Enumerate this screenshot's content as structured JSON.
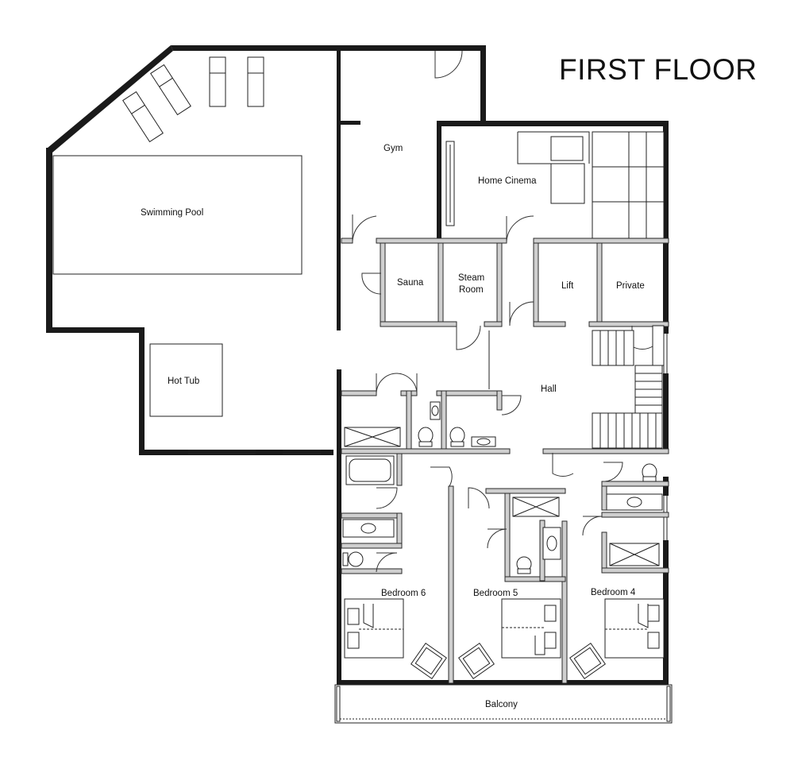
{
  "title": "FIRST FLOOR",
  "rooms": {
    "gym": "Gym",
    "home_cinema": "Home Cinema",
    "swimming_pool": "Swimming Pool",
    "sauna": "Sauna",
    "steam_room_line1": "Steam",
    "steam_room_line2": "Room",
    "lift": "Lift",
    "private": "Private",
    "hot_tub": "Hot Tub",
    "hall": "Hall",
    "bedroom_6": "Bedroom 6",
    "bedroom_5": "Bedroom 5",
    "bedroom_4": "Bedroom 4",
    "balcony": "Balcony"
  }
}
